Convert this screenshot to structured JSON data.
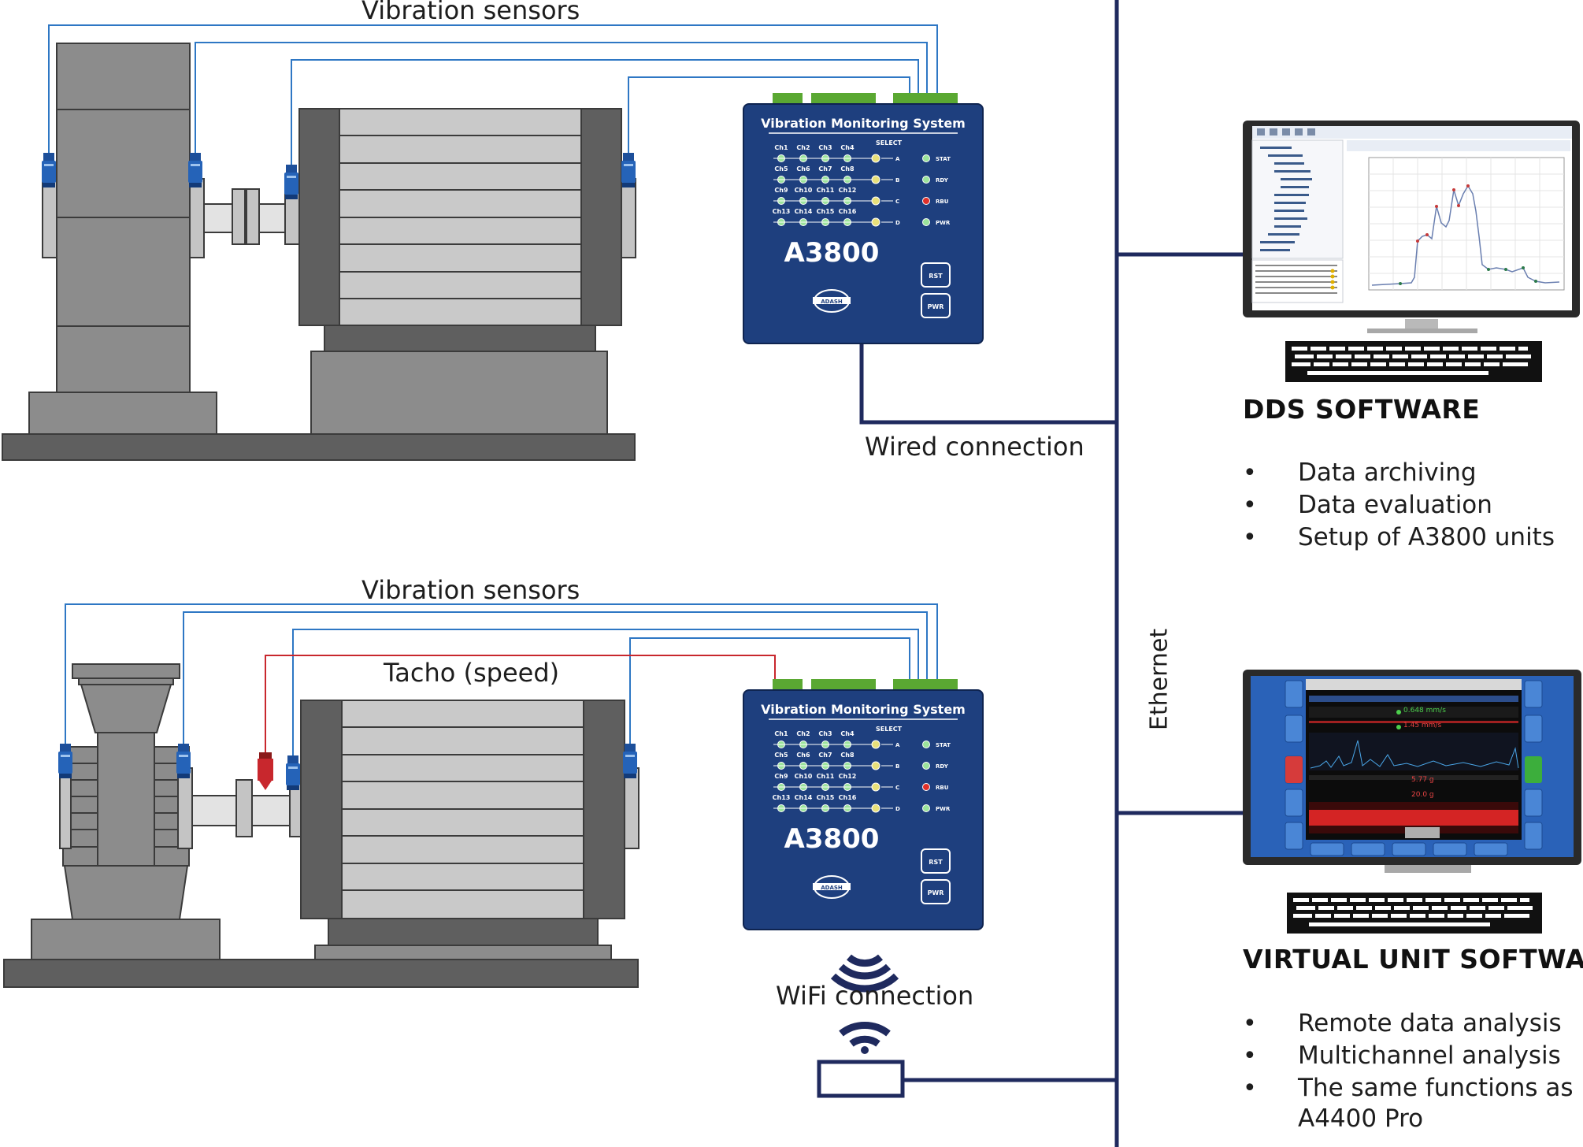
{
  "labels": {
    "vibration_sensors_top": "Vibration sensors",
    "vibration_sensors_bottom": "Vibration sensors",
    "tacho": "Tacho (speed)",
    "wired_connection": "Wired connection",
    "wifi_connection": "WiFi connection",
    "ethernet": "Ethernet"
  },
  "device": {
    "title": "Vibration Monitoring System",
    "model": "A3800",
    "select_label": "SELECT",
    "channel_rows": [
      [
        "Ch1",
        "Ch2",
        "Ch3",
        "Ch4"
      ],
      [
        "Ch5",
        "Ch6",
        "Ch7",
        "Ch8"
      ],
      [
        "Ch9",
        "Ch10",
        "Ch11",
        "Ch12"
      ],
      [
        "Ch13",
        "Ch14",
        "Ch15",
        "Ch16"
      ]
    ],
    "select_letters": [
      "A",
      "B",
      "C",
      "D"
    ],
    "status_labels": [
      "STAT",
      "RDY",
      "RBU",
      "PWR"
    ],
    "rst_label": "RST",
    "pwr_label": "PWR",
    "logo_text": "ADASH"
  },
  "dds": {
    "header": "DDS SOFTWARE",
    "features": [
      "Data archiving",
      "Data evaluation",
      "Setup of A3800 units"
    ]
  },
  "vu": {
    "header": "VIRTUAL UNIT SOFTWARE",
    "features": [
      "Remote data analysis",
      "Multichannel analysis",
      "The same functions as",
      "A4400 Pro"
    ],
    "readouts": [
      "0.648 mm/s",
      "1.45 mm/s",
      "5.77 g",
      "20.0 g"
    ]
  },
  "colors": {
    "device_blue": "#1e3f7e",
    "sensor_line": "#2e77c4",
    "tacho_line": "#c8272d",
    "network_line": "#1f2a5e",
    "connector_green": "#5aa832",
    "machine_dark": "#5a5a5a",
    "machine_mid": "#8c8c8c",
    "machine_light": "#c9c9c9"
  }
}
